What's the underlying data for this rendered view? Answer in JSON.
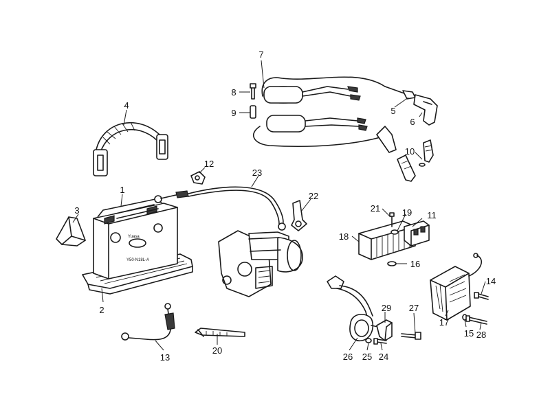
{
  "callouts": {
    "c1": "1",
    "c2": "2",
    "c3": "3",
    "c4": "4",
    "c5": "5",
    "c6": "6",
    "c7": "7",
    "c8": "8",
    "c9": "9",
    "c10": "10",
    "c11": "11",
    "c12": "12",
    "c13": "13",
    "c14": "14",
    "c15": "15",
    "c16": "16",
    "c17": "17",
    "c18": "18",
    "c19": "19",
    "c20": "20",
    "c21": "21",
    "c22": "22",
    "c23": "23",
    "c24": "24",
    "c25": "25",
    "c26": "26",
    "c27": "27",
    "c28": "28",
    "c29": "29"
  },
  "battery_markings": {
    "top": "Yuasa",
    "model": "Y50-N18L-A"
  }
}
